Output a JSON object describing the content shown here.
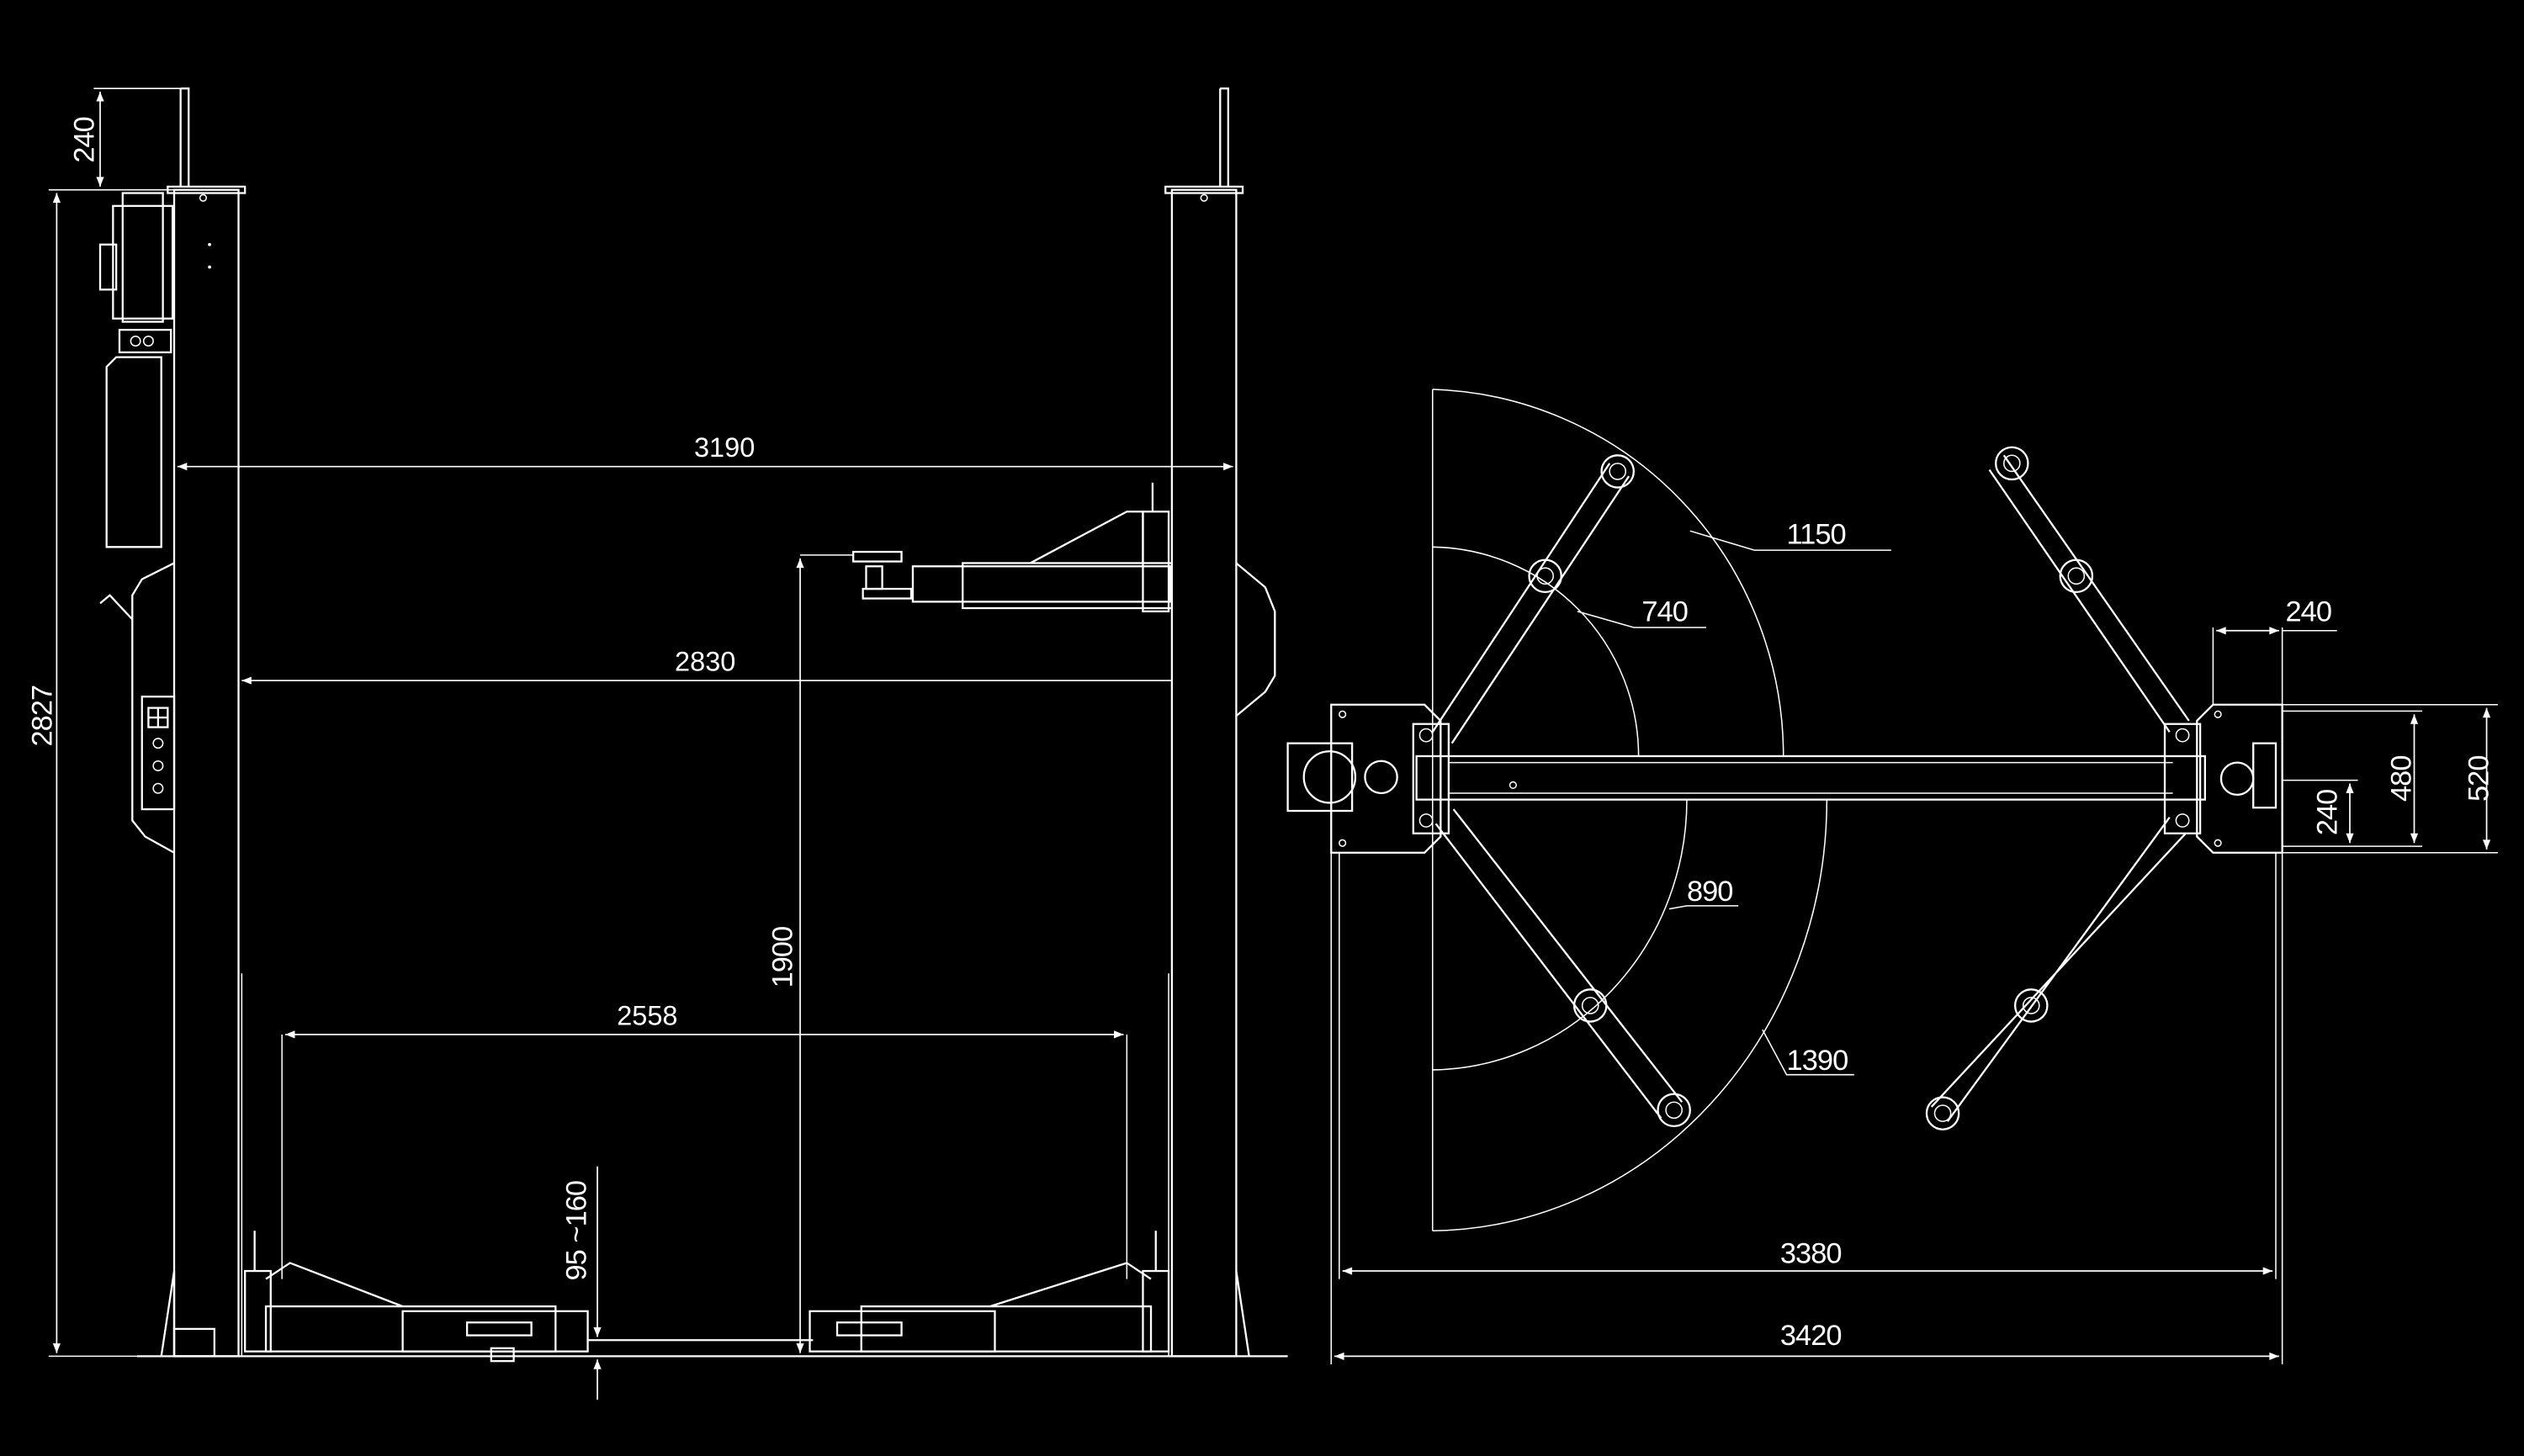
{
  "front_view": {
    "dims": {
      "overall_height": "2827",
      "top_extension": "240",
      "overall_width": "3190",
      "width_between_posts": "2830",
      "max_lift_height": "1900",
      "drive_through_width": "2558",
      "min_pad_height": "95 ~160"
    }
  },
  "top_view": {
    "dims": {
      "arm_radius_1150": "1150",
      "arm_radius_740": "740",
      "arm_radius_890": "890",
      "arm_radius_1390": "1390",
      "post_offset": "240",
      "base_depth_480": "480",
      "base_depth_520": "520",
      "base_half_240": "240",
      "inner_width": "3380",
      "outer_width": "3420"
    }
  },
  "colors": {
    "background": "#000000",
    "lines": "#ffffff"
  }
}
